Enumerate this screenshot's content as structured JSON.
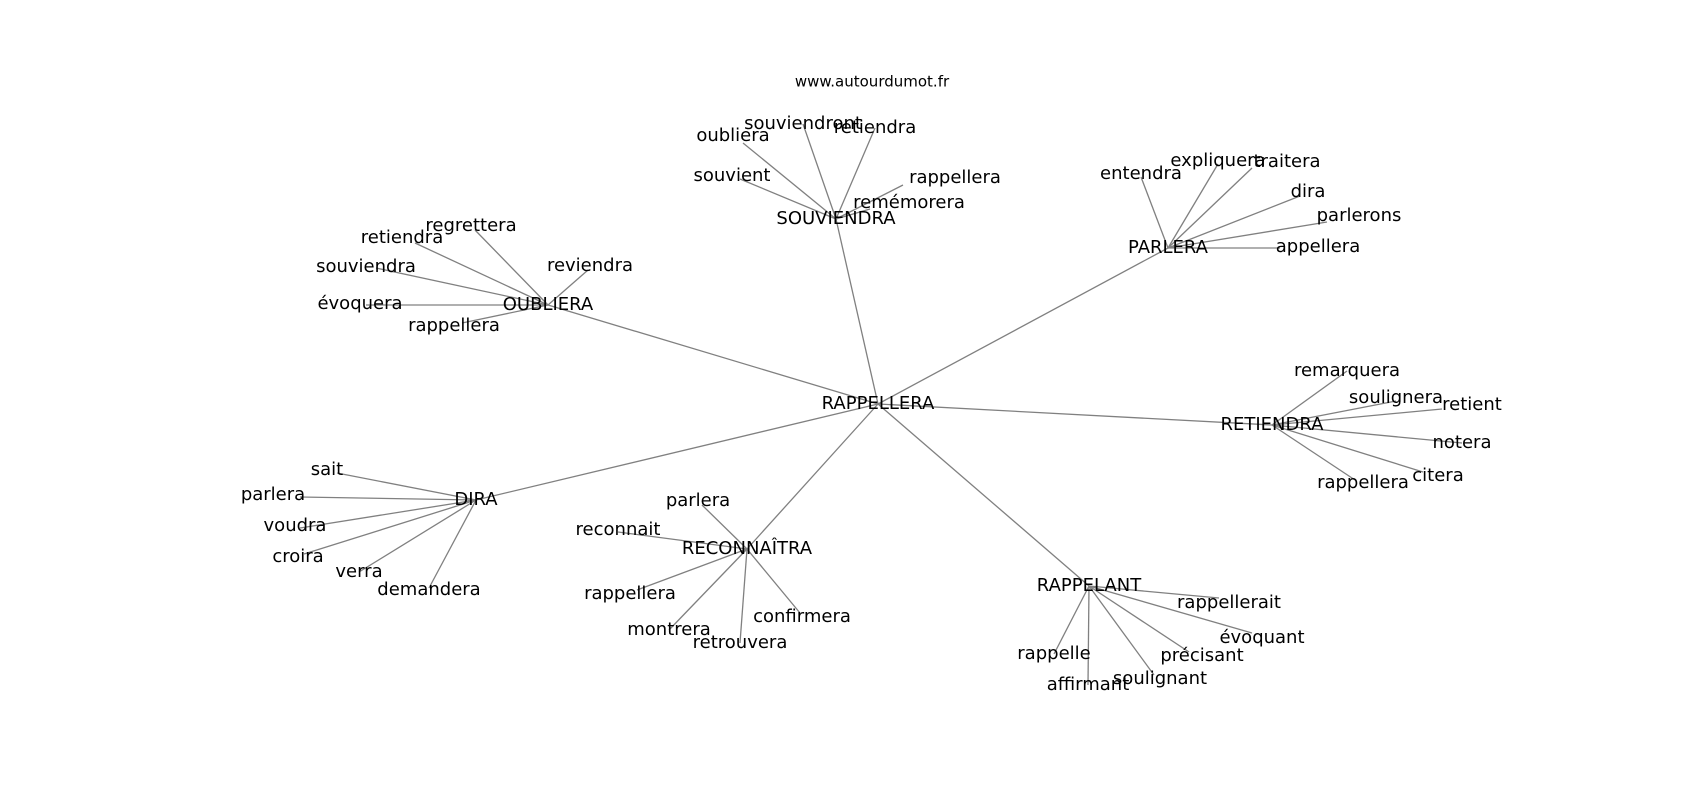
{
  "watermark": "www.autourdumot.fr",
  "root": "RAPPELLERA",
  "clusters": [
    {
      "hub": "SOUVIENDRA",
      "words": [
        "oubliera",
        "souviendront",
        "retiendra",
        "rappellera",
        "remémorera",
        "souvient"
      ]
    },
    {
      "hub": "PARLERA",
      "words": [
        "entendra",
        "expliquera",
        "traitera",
        "dira",
        "parlerons",
        "appellera"
      ]
    },
    {
      "hub": "OUBLIERA",
      "words": [
        "retiendra",
        "regrettera",
        "souviendra",
        "reviendra",
        "évoquera",
        "rappellera"
      ]
    },
    {
      "hub": "RETIENDRA",
      "words": [
        "remarquera",
        "soulignera",
        "retient",
        "notera",
        "citera",
        "rappellera"
      ]
    },
    {
      "hub": "DIRA",
      "words": [
        "sait",
        "parlera",
        "voudra",
        "croira",
        "verra",
        "demandera"
      ]
    },
    {
      "hub": "RECONNAÎTRA",
      "words": [
        "parlera",
        "reconnait",
        "rappellera",
        "montrera",
        "retrouvera",
        "confirmera"
      ]
    },
    {
      "hub": "RAPPELANT",
      "words": [
        "rappellerait",
        "évoquant",
        "précisant",
        "soulignant",
        "affirmant",
        "rappelle"
      ]
    }
  ]
}
